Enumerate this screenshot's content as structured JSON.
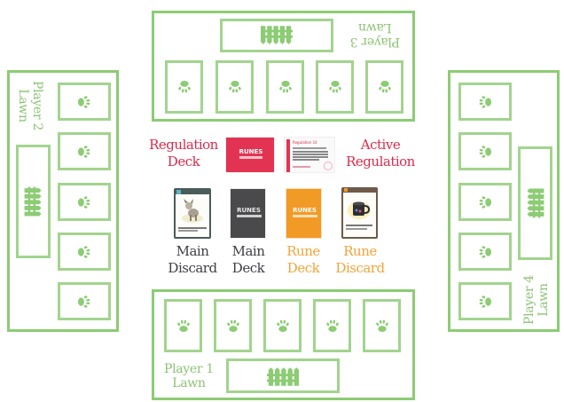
{
  "colors": {
    "lawn_border": "#8ccc74",
    "slot_border": "#a2d48e",
    "lawn_text": "#8cc274",
    "regulation_red": "#d92b4b",
    "main_dark": "#3e3e44",
    "rune_orange": "#f2a43a"
  },
  "players": [
    {
      "id": 1,
      "label_line1": "Player 1",
      "label_line2": "Lawn",
      "slots": 5,
      "slot_icon": "paw-icon",
      "lawn_icon": "fence-icon",
      "orientation": "bottom"
    },
    {
      "id": 2,
      "label_line1": "Player 2",
      "label_line2": "Lawn",
      "slots": 5,
      "slot_icon": "paw-icon",
      "lawn_icon": "fence-icon",
      "orientation": "left"
    },
    {
      "id": 3,
      "label_line1": "Player 3",
      "label_line2": "Lawn",
      "slots": 5,
      "slot_icon": "paw-icon",
      "lawn_icon": "fence-icon",
      "orientation": "top"
    },
    {
      "id": 4,
      "label_line1": "Player 4",
      "label_line2": "Lawn",
      "slots": 5,
      "slot_icon": "paw-icon",
      "lawn_icon": "fence-icon",
      "orientation": "right"
    }
  ],
  "center": {
    "regulation_deck": {
      "line1": "Regulation",
      "line2": "Deck",
      "card_logo": "RUNES"
    },
    "active_regulation": {
      "line1": "Active",
      "line2": "Regulation",
      "card_title": "Regulation 14"
    },
    "main_discard": {
      "line1": "Main",
      "line2": "Discard"
    },
    "main_deck": {
      "line1": "Main",
      "line2": "Deck",
      "card_logo": "RUNES"
    },
    "rune_deck": {
      "line1": "Rune",
      "line2": "Deck",
      "card_logo": "RUNES"
    },
    "rune_discard": {
      "line1": "Rune",
      "line2": "Discard"
    }
  }
}
